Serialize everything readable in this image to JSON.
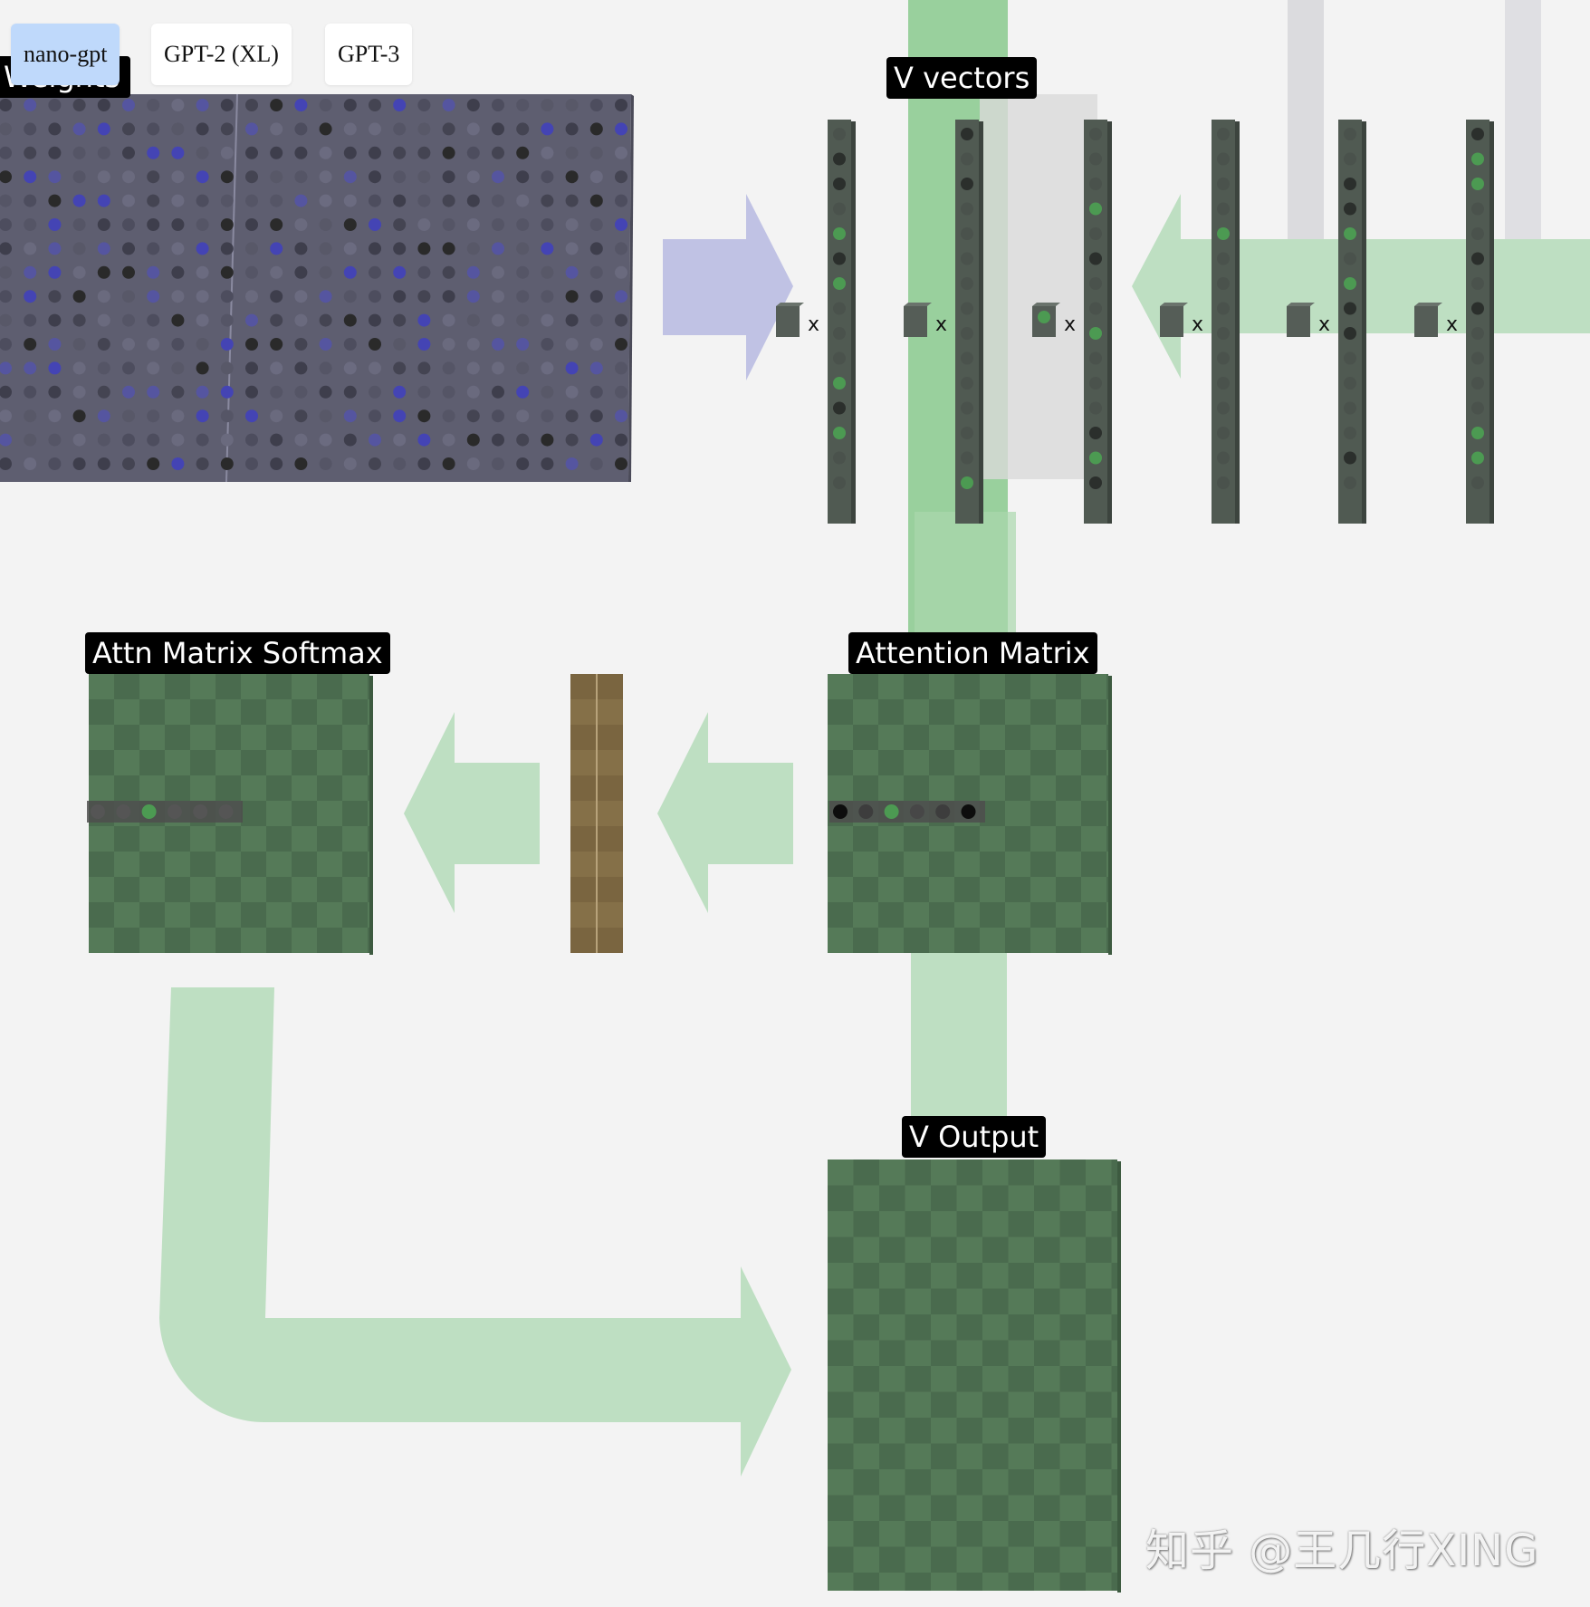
{
  "model_selector": {
    "options": [
      "nano-gpt",
      "GPT-2 (XL)",
      "GPT-3"
    ],
    "active": "nano-gpt"
  },
  "labels": {
    "weights": "Weights",
    "v_vectors": "V vectors",
    "attn_softmax": "Attn Matrix Softmax",
    "attention_matrix": "Attention Matrix",
    "v_output": "V Output"
  },
  "multiply_symbol": "x",
  "watermark": "知乎 @王几行XING",
  "colors": {
    "background": "#f3f3f3",
    "weights_matrix": "#5c5c6e",
    "matrix_green": "#4a6b4e",
    "matrix_green_alt": "#557a58",
    "flow_green": "#bedfc2",
    "flow_purple": "#c0c2e4",
    "column_dark": "#505a52",
    "softmax_bar": "#7d6a45",
    "highlight_green": "#4c9a52",
    "active_button": "#bfd9fb"
  }
}
